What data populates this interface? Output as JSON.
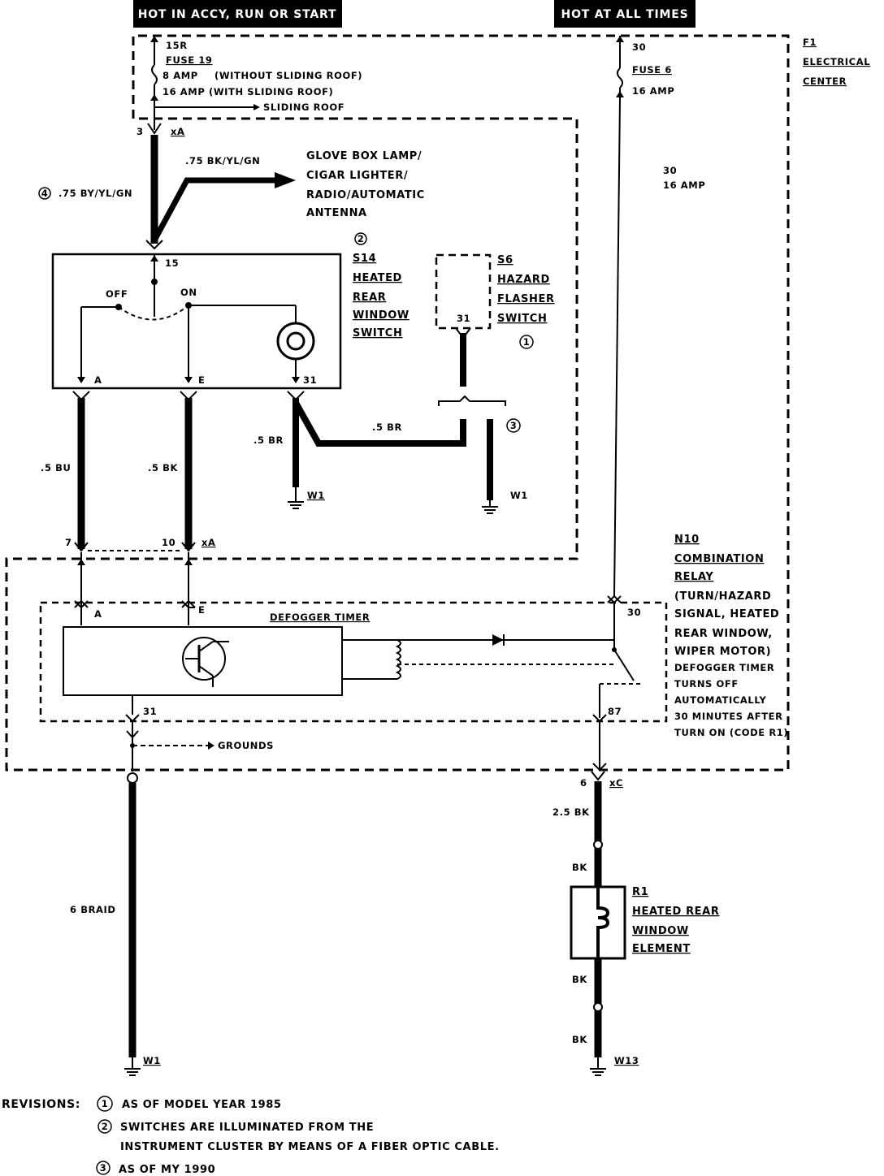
{
  "headers": {
    "left": "HOT IN ACCY, RUN OR START",
    "right": "HOT AT ALL TIMES"
  },
  "fuse19": {
    "terminal": "15R",
    "name": "FUSE 19",
    "rating_a": "8 AMP",
    "rating_a_note": "(WITHOUT SLIDING ROOF)",
    "rating_b": "16 AMP (WITH SLIDING ROOF)",
    "branch": "SLIDING ROOF"
  },
  "fuse6": {
    "terminal": "30",
    "name": "FUSE 6",
    "rating": "16 AMP"
  },
  "f1": {
    "line1": "F1",
    "line2": "ELECTRICAL",
    "line3": "CENTER"
  },
  "mid_label": {
    "line1": "30",
    "line2": "16 AMP"
  },
  "connector_top": {
    "pin": "3",
    "name": "xA"
  },
  "wire_main": {
    "marker": "4",
    "text": ".75 BY/YL/GN"
  },
  "wire_branch": ".75 BK/YL/GN",
  "branch_dest": [
    "GLOVE BOX LAMP/",
    "CIGAR LIGHTER/",
    "RADIO/AUTOMATIC",
    "ANTENNA"
  ],
  "s14": {
    "marker": "2",
    "lines": [
      "S14",
      "HEATED",
      "REAR",
      "WINDOW",
      "SWITCH"
    ],
    "pin_in": "15",
    "off": "OFF",
    "on": "ON",
    "pin_a": "A",
    "pin_e": "E",
    "pin_31": "31"
  },
  "s6": {
    "lines": [
      "S6",
      "HAZARD",
      "FLASHER",
      "SWITCH"
    ],
    "pin": "31",
    "marker": "1"
  },
  "wires": {
    "bu": ".5 BU",
    "bk": ".5 BK",
    "br_left": ".5 BR",
    "br_right": ".5 BR",
    "marker3": "3",
    "ground_left": "W1",
    "ground_right": "W1"
  },
  "connector_mid": {
    "pin7": "7",
    "pin10": "10",
    "name": "xA"
  },
  "n10": {
    "lines": [
      "N10",
      "COMBINATION",
      "RELAY",
      "(TURN/HAZARD",
      "SIGNAL, HEATED",
      "REAR WINDOW,",
      "WIPER MOTOR)"
    ],
    "note": [
      "DEFOGGER TIMER",
      "TURNS OFF",
      "AUTOMATICALLY",
      "30 MINUTES AFTER",
      "TURN ON (CODE R1)"
    ]
  },
  "timer": {
    "title": "DEFOGGER TIMER",
    "pin_a": "A",
    "pin_e": "E",
    "pin_30": "30",
    "pin_31": "31",
    "pin_87": "87",
    "grounds": "GROUNDS"
  },
  "connector_c": {
    "pin": "6",
    "name": "xC"
  },
  "bottom": {
    "braid": "6 BRAID",
    "ground_w1": "W1",
    "wire_25": "2.5 BK",
    "bk1": "BK",
    "bk2": "BK",
    "bk3": "BK",
    "ground_w13": "W13"
  },
  "r1": {
    "lines": [
      "R1",
      "HEATED REAR",
      "WINDOW",
      "ELEMENT"
    ]
  },
  "revisions": {
    "label": "REVISIONS:",
    "items": [
      {
        "marker": "1",
        "text": [
          "AS OF MODEL YEAR 1985"
        ]
      },
      {
        "marker": "2",
        "text": [
          "SWITCHES ARE ILLUMINATED FROM THE",
          "INSTRUMENT CLUSTER BY MEANS OF A FIBER OPTIC CABLE."
        ]
      },
      {
        "marker": "3",
        "text": [
          "AS OF MY 1990"
        ]
      }
    ]
  }
}
